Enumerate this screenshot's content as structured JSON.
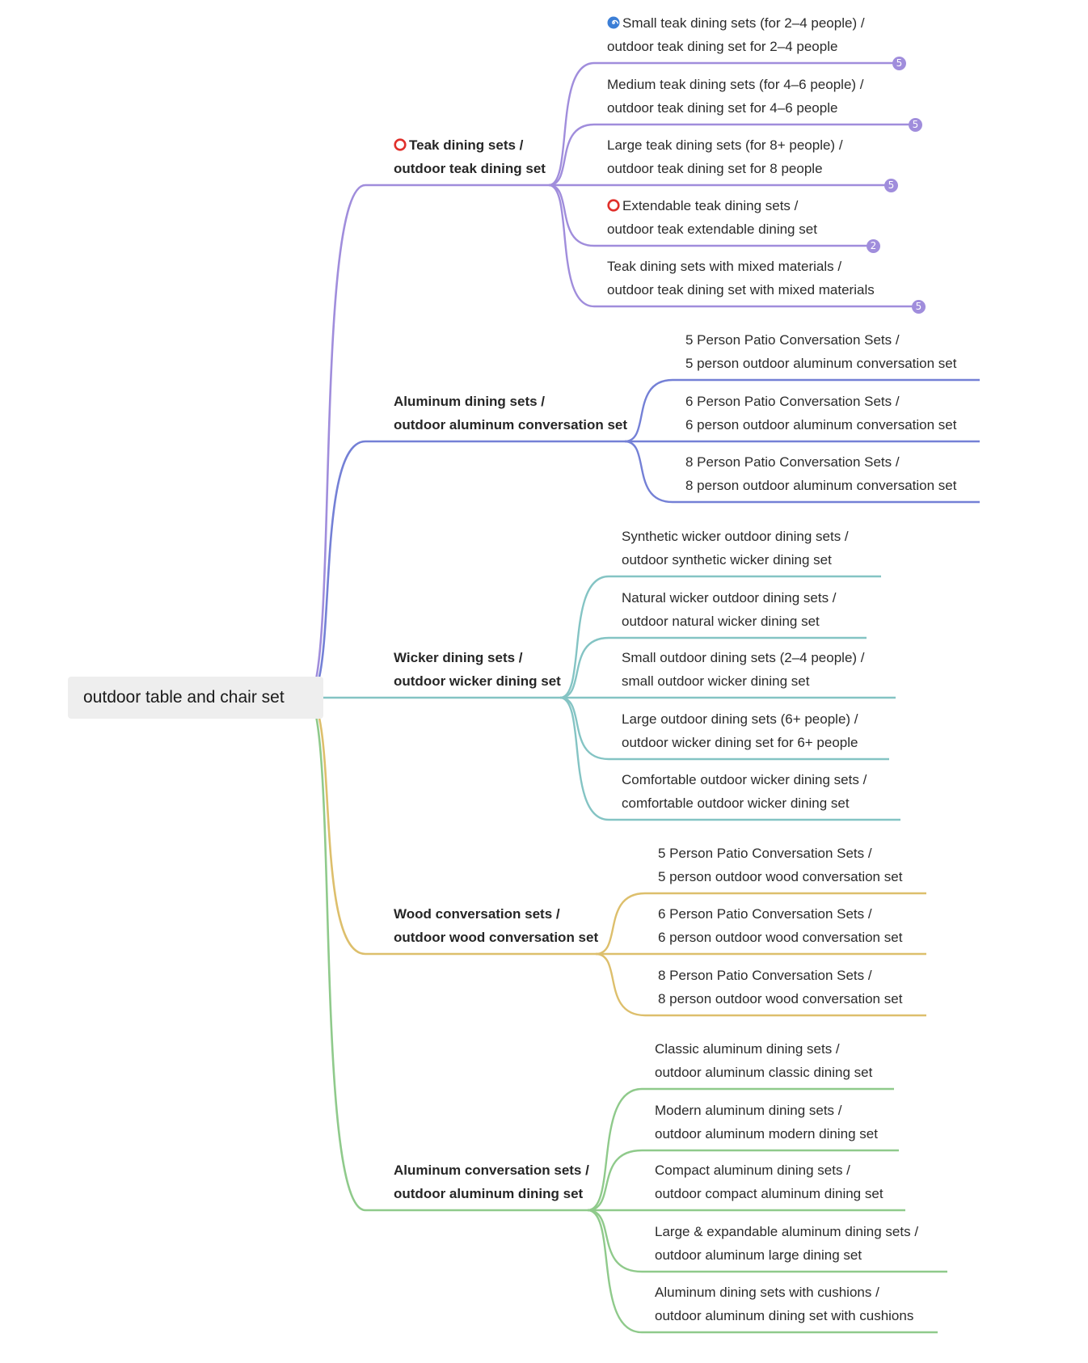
{
  "root": {
    "label": "outdoor table and chair set"
  },
  "branches": [
    {
      "color": "#a08ddc",
      "icon": "red-ring-icon",
      "lines": [
        "Teak dining sets /",
        "outdoor teak dining set"
      ],
      "children": [
        {
          "icon": "cyclone-icon",
          "lines": [
            "Small teak dining sets (for 2–4 people) /",
            "outdoor teak dining set for 2–4 people"
          ],
          "badge": "5"
        },
        {
          "lines": [
            "Medium teak dining sets (for 4–6 people) /",
            "outdoor teak dining set for 4–6 people"
          ],
          "badge": "5"
        },
        {
          "lines": [
            "Large teak dining sets (for 8+ people) /",
            "outdoor teak dining set for 8 people"
          ],
          "badge": "5"
        },
        {
          "icon": "red-ring-icon",
          "lines": [
            "Extendable teak dining sets /",
            "outdoor teak extendable dining set"
          ],
          "badge": "2"
        },
        {
          "lines": [
            "Teak dining sets with mixed materials /",
            "outdoor teak dining set with mixed materials"
          ],
          "badge": "5"
        }
      ]
    },
    {
      "color": "#7480d6",
      "lines": [
        "Aluminum dining sets /",
        "outdoor aluminum conversation set"
      ],
      "children": [
        {
          "lines": [
            "5 Person Patio Conversation Sets /",
            "5 person outdoor aluminum conversation set"
          ]
        },
        {
          "lines": [
            "6 Person Patio Conversation Sets /",
            "6 person outdoor aluminum conversation set"
          ]
        },
        {
          "lines": [
            "8 Person Patio Conversation Sets /",
            "8 person outdoor aluminum conversation set"
          ]
        }
      ]
    },
    {
      "color": "#84c4c4",
      "lines": [
        "Wicker dining sets /",
        "outdoor wicker dining set"
      ],
      "children": [
        {
          "lines": [
            "Synthetic wicker outdoor dining sets /",
            "outdoor synthetic wicker dining set"
          ]
        },
        {
          "lines": [
            "Natural wicker outdoor dining sets /",
            "outdoor natural wicker dining set"
          ]
        },
        {
          "lines": [
            "Small outdoor dining sets (2–4 people) /",
            "small outdoor wicker dining set"
          ]
        },
        {
          "lines": [
            "Large outdoor dining sets (6+ people) /",
            "outdoor wicker dining set for 6+ people"
          ]
        },
        {
          "lines": [
            "Comfortable outdoor wicker dining sets /",
            "comfortable outdoor wicker dining set"
          ]
        }
      ]
    },
    {
      "color": "#ddbf6c",
      "lines": [
        "Wood conversation sets /",
        "outdoor wood conversation set"
      ],
      "children": [
        {
          "lines": [
            "5 Person Patio Conversation Sets /",
            "5 person outdoor wood conversation set"
          ]
        },
        {
          "lines": [
            "6 Person Patio Conversation Sets /",
            "6 person outdoor wood conversation set"
          ]
        },
        {
          "lines": [
            "8 Person Patio Conversation Sets /",
            "8 person outdoor wood conversation set"
          ]
        }
      ]
    },
    {
      "color": "#8fca8b",
      "lines": [
        "Aluminum conversation sets /",
        "outdoor aluminum dining set"
      ],
      "children": [
        {
          "lines": [
            "Classic aluminum dining sets /",
            "outdoor aluminum classic dining set"
          ]
        },
        {
          "lines": [
            "Modern aluminum dining sets /",
            "outdoor aluminum modern dining set"
          ]
        },
        {
          "lines": [
            "Compact aluminum dining sets /",
            "outdoor compact aluminum dining set"
          ]
        },
        {
          "lines": [
            "Large & expandable aluminum dining sets /",
            "outdoor aluminum large dining set"
          ]
        },
        {
          "lines": [
            "Aluminum dining sets with cushions /",
            "outdoor aluminum dining set with cushions"
          ]
        }
      ]
    }
  ]
}
